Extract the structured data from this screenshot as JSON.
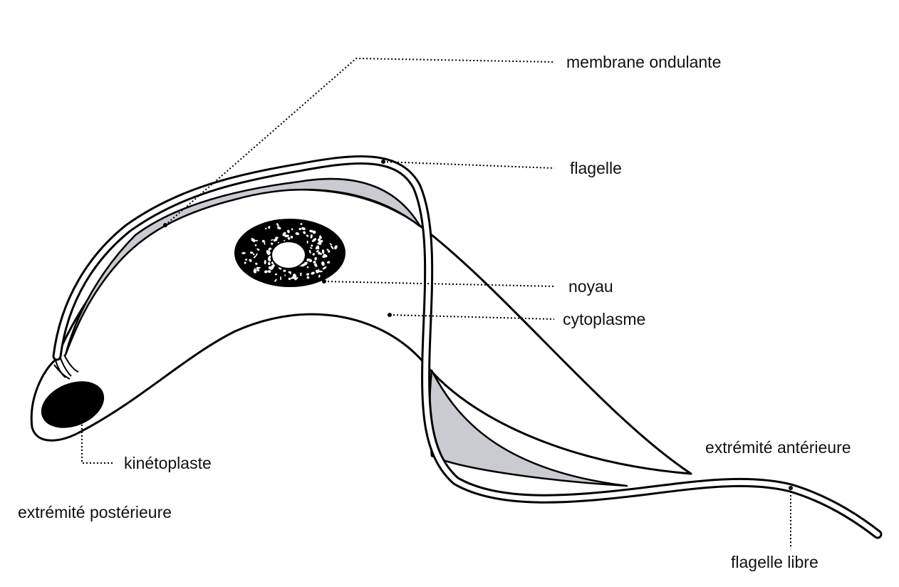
{
  "labels": {
    "membrane_ondulante": "membrane ondulante",
    "flagelle": "flagelle",
    "noyau": "noyau",
    "cytoplasme": "cytoplasme",
    "kinetoplaste": "kinétoplaste",
    "extremite_posterieure": "extrémité postérieure",
    "extremite_anterieure": "extrémité antérieure",
    "flagelle_libre": "flagelle libre"
  },
  "colors": {
    "membrane_fill": "#c9cbd0",
    "outline": "#000000",
    "background": "#ffffff"
  }
}
